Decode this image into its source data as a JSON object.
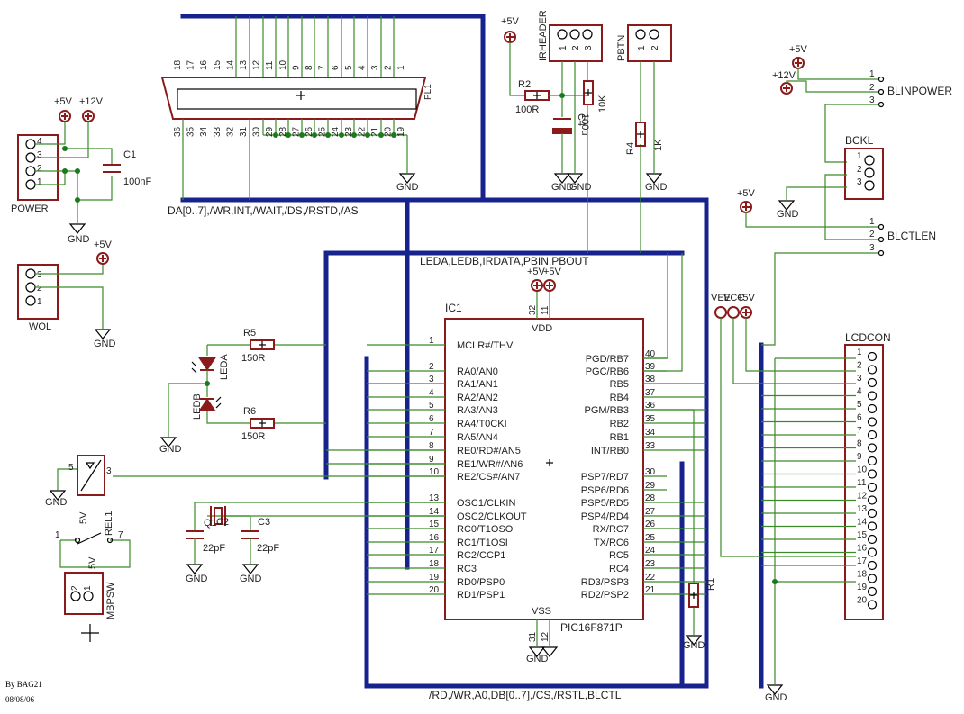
{
  "connector_pl1": {
    "ref": "PL1",
    "top_pins": [
      "18",
      "17",
      "16",
      "15",
      "14",
      "13",
      "12",
      "11",
      "10",
      "9",
      "8",
      "7",
      "6",
      "5",
      "4",
      "3",
      "2",
      "1"
    ],
    "bottom_pins": [
      "36",
      "35",
      "34",
      "33",
      "32",
      "31",
      "30",
      "29",
      "28",
      "27",
      "26",
      "25",
      "24",
      "23",
      "22",
      "21",
      "20",
      "19"
    ],
    "bus_label": "DA[0..7],/WR,INT,/WAIT,/DS,/RSTD,/AS",
    "gnd": "GND"
  },
  "power": {
    "ref": "POWER",
    "supply1": "+5V",
    "supply2": "+12V",
    "pins": [
      "4",
      "3",
      "2",
      "1"
    ],
    "cap_ref": "C1",
    "cap_value": "100nF",
    "gnd": "GND"
  },
  "wol": {
    "ref": "WOL",
    "supply": "+5V",
    "pins": [
      "3",
      "2",
      "1"
    ],
    "gnd": "GND"
  },
  "irheader": {
    "ref": "IRHEADER",
    "supply": "+5V",
    "pins": [
      "1",
      "2",
      "3"
    ],
    "r2_ref": "R2",
    "r2_value": "100R",
    "r10k_value": "10K",
    "c4_ref": "C4",
    "c4_value": "100u",
    "gnd1": "GND",
    "gnd2": "GND"
  },
  "pbtn": {
    "ref": "PBTN",
    "pins": [
      "1",
      "2"
    ],
    "r4_ref": "R4",
    "r4_value": "1K",
    "gnd": "GND"
  },
  "blinpower": {
    "ref": "BLINPOWER",
    "supply1": "+5V",
    "supply2": "+12V",
    "pins": [
      "1",
      "2",
      "3"
    ]
  },
  "bckl": {
    "ref": "BCKL",
    "pins": [
      "1",
      "2",
      "3"
    ],
    "gnd": "GND"
  },
  "blctlen": {
    "ref": "BLCTLEN",
    "supply": "+5V",
    "pins": [
      "1",
      "2",
      "3"
    ]
  },
  "bus2_label": "LEDA,LEDB,IRDATA,PBIN,PBOUT",
  "bus3_label": "/RD,/WR,A0,DB[0..7],/CS,/RSTL,BLCTL",
  "ic1": {
    "ref": "IC1",
    "part": "PIC16F871P",
    "vdd_label": "VDD",
    "vss_label": "VSS",
    "vdd_pins": [
      "32",
      "11"
    ],
    "vss_pins": [
      "31",
      "12"
    ],
    "supplies": [
      "+5V",
      "+5V"
    ],
    "gnd": "GND",
    "left_pins": [
      {
        "num": "1",
        "name": "MCLR#/THV"
      },
      {
        "num": "2",
        "name": "RA0/AN0"
      },
      {
        "num": "3",
        "name": "RA1/AN1"
      },
      {
        "num": "4",
        "name": "RA2/AN2"
      },
      {
        "num": "5",
        "name": "RA3/AN3"
      },
      {
        "num": "6",
        "name": "RA4/T0CKI"
      },
      {
        "num": "7",
        "name": "RA5/AN4"
      },
      {
        "num": "8",
        "name": "RE0/RD#/AN5"
      },
      {
        "num": "9",
        "name": "RE1/WR#/AN6"
      },
      {
        "num": "10",
        "name": "RE2/CS#/AN7"
      },
      {
        "num": "13",
        "name": "OSC1/CLKIN"
      },
      {
        "num": "14",
        "name": "OSC2/CLKOUT"
      },
      {
        "num": "15",
        "name": "RC0/T1OSO"
      },
      {
        "num": "16",
        "name": "RC1/T1OSI"
      },
      {
        "num": "17",
        "name": "RC2/CCP1"
      },
      {
        "num": "18",
        "name": "RC3"
      },
      {
        "num": "19",
        "name": "RD0/PSP0"
      },
      {
        "num": "20",
        "name": "RD1/PSP1"
      }
    ],
    "right_pins": [
      {
        "num": "40",
        "name": "PGD/RB7"
      },
      {
        "num": "39",
        "name": "PGC/RB6"
      },
      {
        "num": "38",
        "name": "RB5"
      },
      {
        "num": "37",
        "name": "RB4"
      },
      {
        "num": "36",
        "name": "PGM/RB3"
      },
      {
        "num": "35",
        "name": "RB2"
      },
      {
        "num": "34",
        "name": "RB1"
      },
      {
        "num": "33",
        "name": "INT/RB0"
      },
      {
        "num": "30",
        "name": "PSP7/RD7"
      },
      {
        "num": "29",
        "name": "PSP6/RD6"
      },
      {
        "num": "28",
        "name": "PSP5/RD5"
      },
      {
        "num": "27",
        "name": "PSP4/RD4"
      },
      {
        "num": "26",
        "name": "RX/RC7"
      },
      {
        "num": "25",
        "name": "TX/RC6"
      },
      {
        "num": "24",
        "name": "RC5"
      },
      {
        "num": "23",
        "name": "RC4"
      },
      {
        "num": "22",
        "name": "RD3/PSP3"
      },
      {
        "num": "21",
        "name": "RD2/PSP2"
      }
    ]
  },
  "leds": {
    "leda": "LEDA",
    "ledb": "LEDB",
    "r5_ref": "R5",
    "r5_value": "150R",
    "r6_ref": "R6",
    "r6_value": "150R",
    "gnd": "GND"
  },
  "optocoupler": {
    "pin5": "5",
    "pin3": "3",
    "gnd": "GND"
  },
  "relay": {
    "ref": "REL1",
    "coil_label": "5V",
    "pin1": "1",
    "pin7": "7"
  },
  "crystal": {
    "q_ref": "Q1",
    "c2_ref": "C2",
    "c2_value": "22pF",
    "c3_ref": "C3",
    "c3_value": "22pF",
    "gnd1": "GND",
    "gnd2": "GND"
  },
  "mbpsw": {
    "ref": "MBPSW",
    "label": "5V",
    "pins": [
      "2",
      "1"
    ]
  },
  "lcdcon": {
    "ref": "LCDCON",
    "supplies": [
      "VEE",
      "VCC",
      "+5V"
    ],
    "pins": [
      "1",
      "2",
      "3",
      "4",
      "5",
      "6",
      "7",
      "8",
      "9",
      "10",
      "11",
      "12",
      "13",
      "14",
      "15",
      "16",
      "17",
      "18",
      "19",
      "20"
    ],
    "r1_ref": "R1",
    "gnd": "GND",
    "gnd_r1": "GND"
  },
  "footer": {
    "author": "By BAG21",
    "date": "08/08/06"
  }
}
